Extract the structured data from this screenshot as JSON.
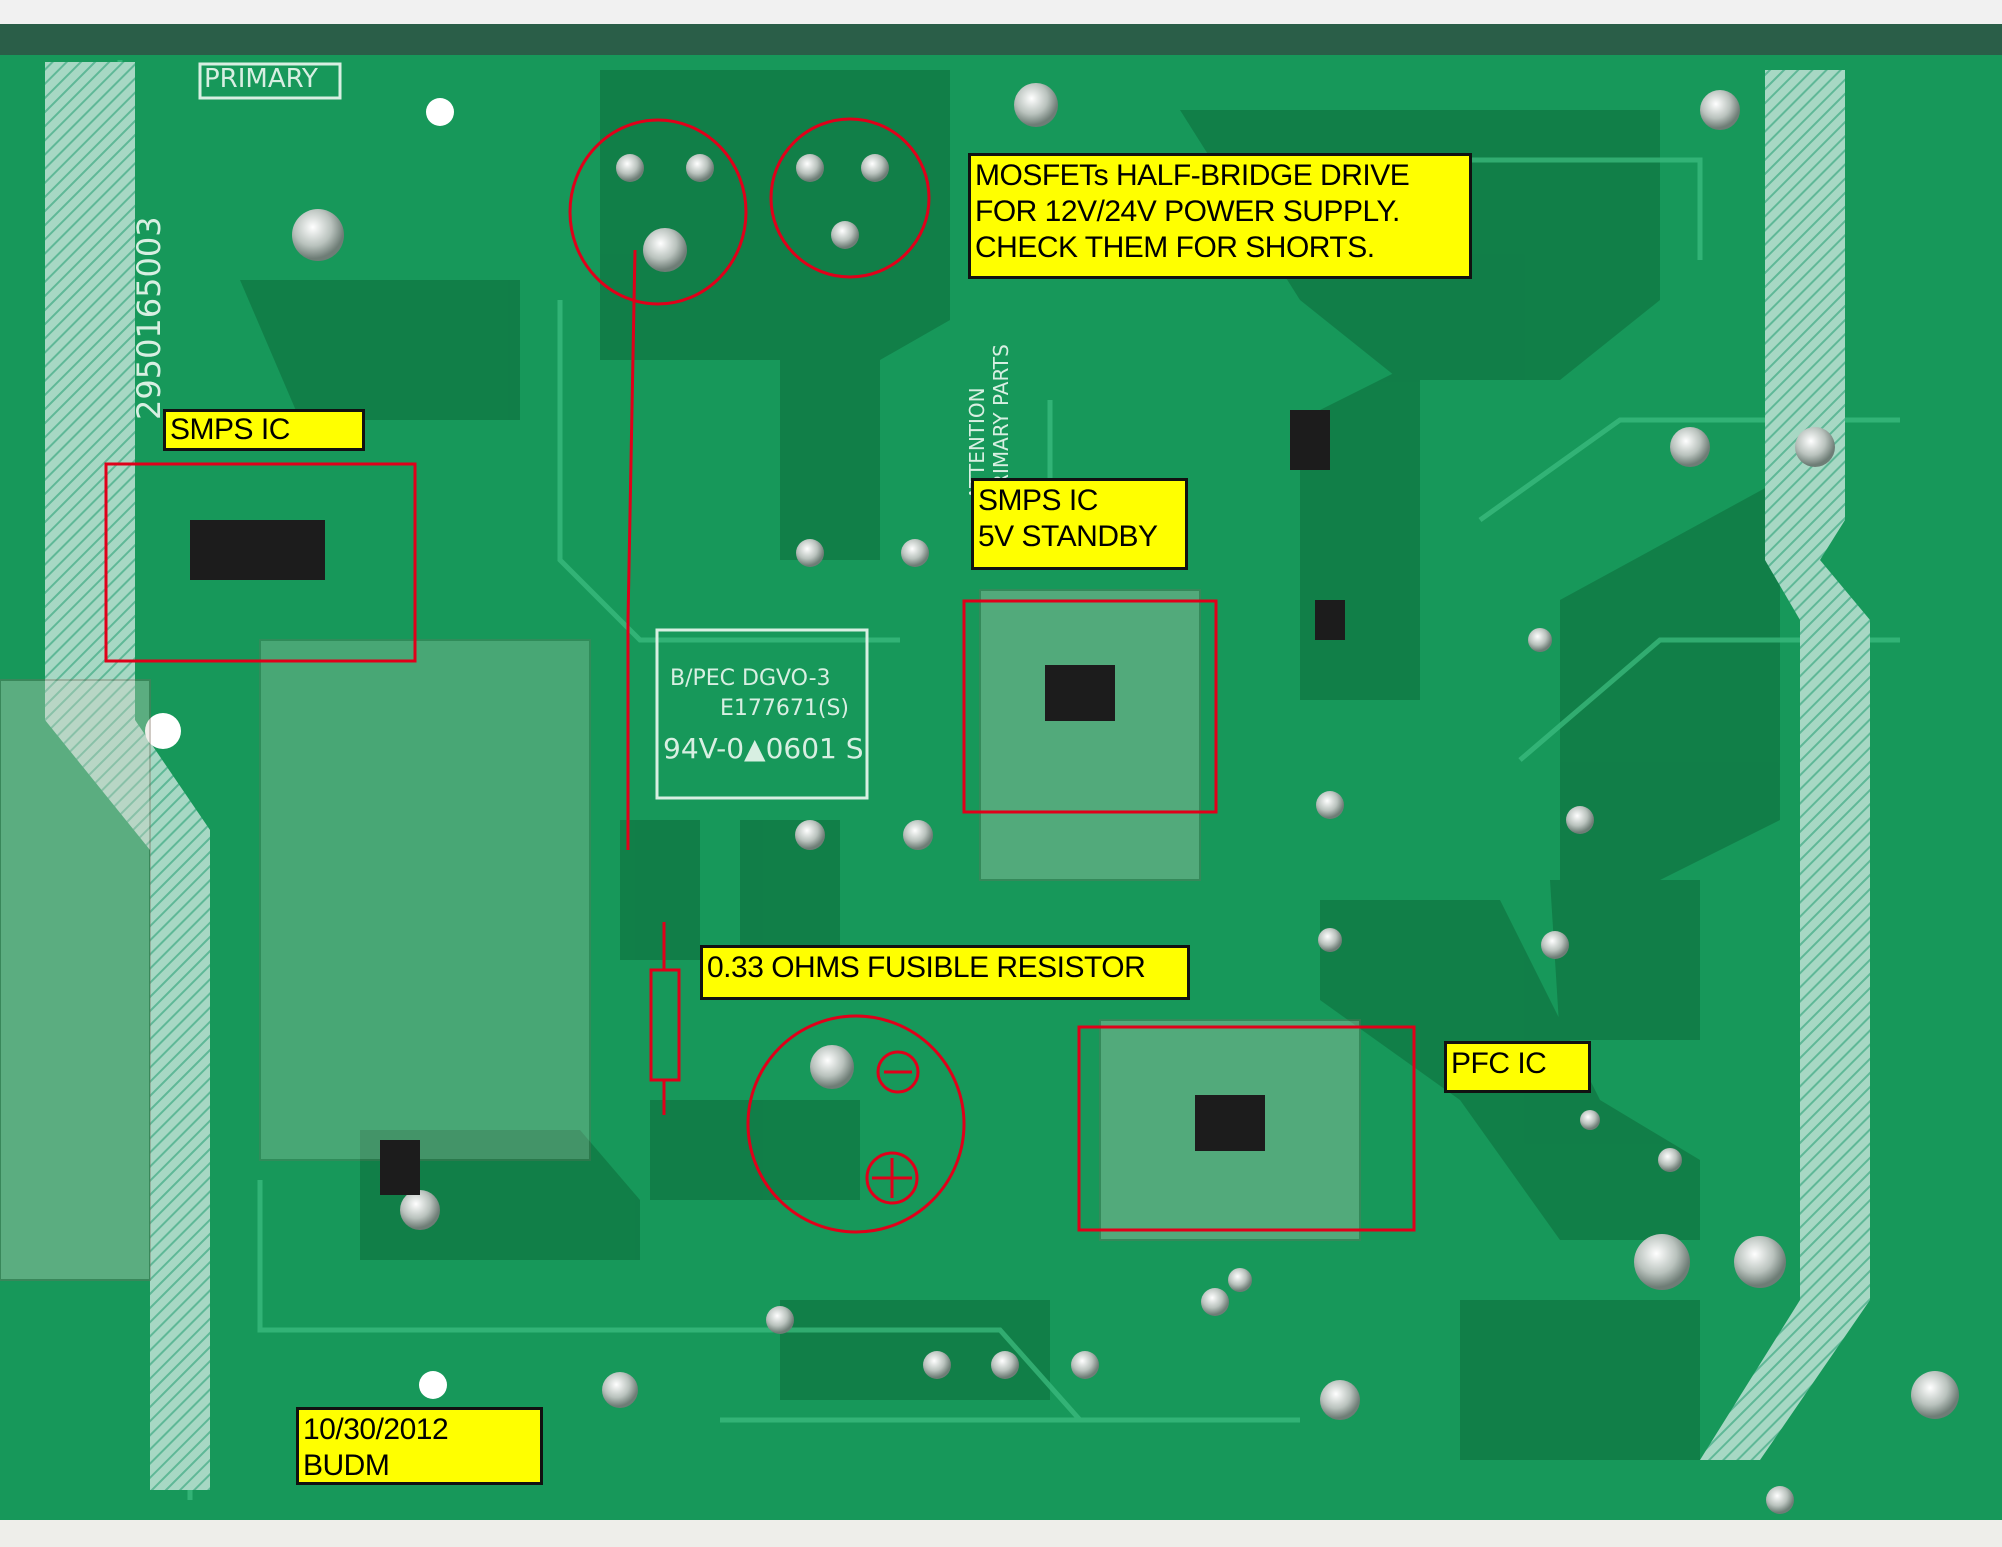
{
  "annotations": {
    "mosfet_note": "MOSFETs HALF-BRIDGE DRIVE\nFOR 12V/24V POWER SUPPLY.\nCHECK THEM FOR SHORTS.",
    "smps_ic_main": "SMPS IC",
    "smps_ic_standby": "SMPS IC\n5V STANDBY",
    "fusible_resistor": "0.33 OHMS FUSIBLE RESISTOR",
    "pfc_ic": "PFC IC",
    "date_author": "10/30/2012\nBUDM"
  },
  "silkscreen": {
    "primary": "PRIMARY",
    "part_number": "2950165003",
    "cert_line1": "B/PEC DGVO-3",
    "cert_line2": "E177671(S)",
    "cert_line3": "94V-0▲0601 S",
    "attention": "ATTENTION PRIMARY PARTS"
  },
  "colors": {
    "board": "#17985a",
    "annotation_fill": "#ffff00",
    "markup": "#e0001a"
  }
}
